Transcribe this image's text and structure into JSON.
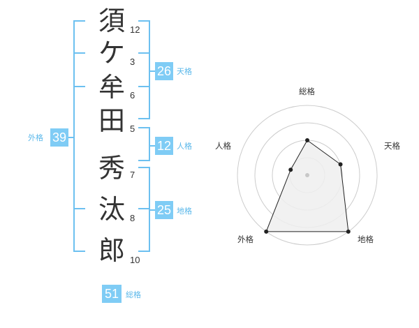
{
  "name_chars": [
    {
      "char": "須",
      "strokes": "12"
    },
    {
      "char": "ケ",
      "strokes": "3"
    },
    {
      "char": "牟",
      "strokes": "6"
    },
    {
      "char": "田",
      "strokes": "5"
    },
    {
      "char": "秀",
      "strokes": "7"
    },
    {
      "char": "汰",
      "strokes": "8"
    },
    {
      "char": "郎",
      "strokes": "10"
    }
  ],
  "kaku": {
    "tenkaku": {
      "value": "26",
      "label": "天格"
    },
    "jinkaku": {
      "value": "12",
      "label": "人格"
    },
    "chikaku": {
      "value": "25",
      "label": "地格"
    },
    "gaikaku": {
      "value": "39",
      "label": "外格"
    },
    "soukaku": {
      "value": "51",
      "label": "総格"
    }
  },
  "radar": {
    "axes": [
      "総格",
      "天格",
      "地格",
      "外格",
      "人格"
    ],
    "levels": 4,
    "values": [
      2,
      2,
      4,
      4,
      1
    ],
    "line_color": "#222222",
    "fill_color": "#eeeeee",
    "ring_color": "#cccccc",
    "center_color": "#c8c8c8"
  },
  "colors": {
    "accent": "#7fccf5",
    "bracket": "#6cc0f0",
    "label": "#5bb8ea"
  }
}
